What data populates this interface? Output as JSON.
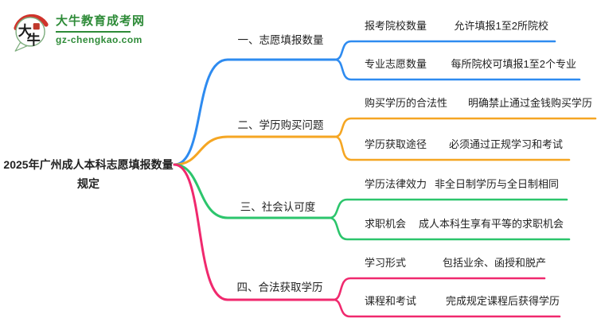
{
  "site": {
    "logo_glyph": "大牛",
    "name": "大牛教育成考网",
    "url": "gz-chengkao.com",
    "brand_green": "#2e8b38",
    "brand_red": "#d0342c"
  },
  "mindmap": {
    "root": "2025年广州成人本科志愿填报数量规定",
    "branches": [
      {
        "label": "一、志愿填报数量",
        "color": "#2e8bf0",
        "children": [
          {
            "label": "报考院校数量",
            "desc": "允许填报1至2所院校"
          },
          {
            "label": "专业志愿数量",
            "desc": "每所院校可填报1至2个专业"
          }
        ]
      },
      {
        "label": "二、学历购买问题",
        "color": "#f5a623",
        "children": [
          {
            "label": "购买学历的合法性",
            "desc": "明确禁止通过金钱购买学历"
          },
          {
            "label": "学历获取途径",
            "desc": "必须通过正规学习和考试"
          }
        ]
      },
      {
        "label": "三、社会认可度",
        "color": "#2cc56c",
        "children": [
          {
            "label": "学历法律效力",
            "desc": "非全日制学历与全日制相同"
          },
          {
            "label": "求职机会",
            "desc": "成人本科生享有平等的求职机会"
          }
        ]
      },
      {
        "label": "四、合法获取学历",
        "color": "#f0296e",
        "children": [
          {
            "label": "学习形式",
            "desc": "包括业余、函授和脱产"
          },
          {
            "label": "课程和考试",
            "desc": "完成规定课程后获得学历"
          }
        ]
      }
    ]
  }
}
